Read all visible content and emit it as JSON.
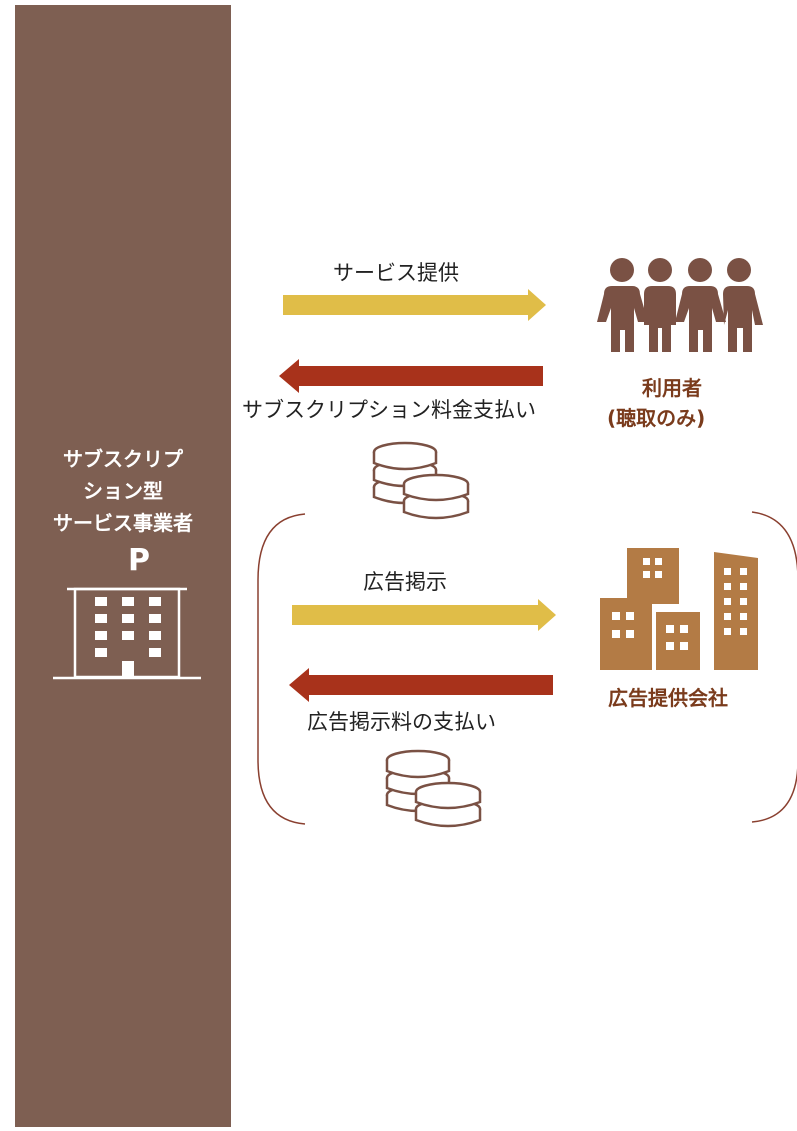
{
  "provider": {
    "title_lines": [
      "サブスクリプ",
      "ション型",
      "サービス事業者"
    ],
    "building_letter": "P"
  },
  "flows": {
    "service_provision": "サービス提供",
    "subscription_payment": "サブスクリプション料金支払い",
    "ad_posting": "広告掲示",
    "ad_payment": "広告掲示料の支払い"
  },
  "users": {
    "title": "利用者",
    "subtitle": "(聴取のみ)"
  },
  "advertiser": {
    "title": "広告提供会社"
  },
  "colors": {
    "panel": "#7e5f52",
    "arrow_yellow": "#e0bd48",
    "arrow_red": "#a8321b",
    "people": "#7a5144",
    "company": "#b37b45",
    "coin": "#7a5144",
    "bracket": "#8a4030",
    "label_brown": "#7a3b1c"
  },
  "icons": [
    "building-icon",
    "people-icon",
    "company-buildings-icon",
    "coins-icon"
  ]
}
